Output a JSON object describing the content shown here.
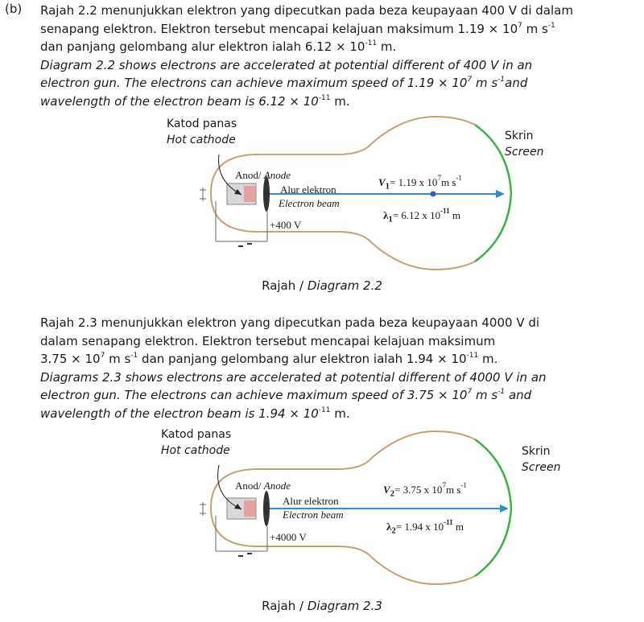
{
  "part_label": "(b)",
  "intro": {
    "malay": {
      "l1_a": "Rajah 2.2 menunjukkan elektron yang dipecutkan pada beza keupayaan 400 V di dalam",
      "l2_a": "senapang elektron. Elektron tersebut mencapai kelajuan maksimum 1.19 × 10",
      "l2_exp1": "7",
      "l2_b": " m s",
      "l2_exp2": "-1",
      "l3_a": "dan panjang gelombang alur elektron ialah 6.12 × 10",
      "l3_exp": "-11",
      "l3_b": " m."
    },
    "english": {
      "l1": "Diagram 2.2 shows electrons are accelerated at potential different of 400 V in an",
      "l2_a": "electron gun. The electrons can achieve maximum speed of 1.19 × 10",
      "l2_exp1": "7",
      "l2_b": " m s",
      "l2_exp2": "-1",
      "l2_c": "and",
      "l3_a": "wavelength of the electron beam is 6.12 × 10",
      "l3_exp": "-11",
      "l3_b": " m."
    }
  },
  "diagram1": {
    "katod_malay": "Katod panas",
    "katod_english": "Hot cathode",
    "skrin_malay": "Skrin",
    "skrin_english": "Screen",
    "anod_malay": "Anod/",
    "anod_english": "Anode",
    "alur_malay": "Alur elektron",
    "alur_english": "Electron beam",
    "voltage": "+400 V",
    "v_symbol": "V",
    "v_sub": "1",
    "v_value": "= 1.19 x 10",
    "v_exp": "7",
    "v_unit": "m s",
    "v_unit_exp": "-1",
    "lambda_symbol": "λ",
    "lambda_sub": "1",
    "lambda_value": "= 6.12 x 10",
    "lambda_exp": "-11",
    "lambda_unit": " m"
  },
  "caption1": {
    "malay": "Rajah / ",
    "english": "Diagram 2.2"
  },
  "second": {
    "malay": {
      "l1": "Rajah 2.3 menunjukkan elektron yang dipecutkan pada beza keupayaan 4000 V di",
      "l2": "dalam senapang elektron. Elektron tersebut mencapai kelajuan maksimum",
      "l3_a": "3.75 × 10",
      "l3_exp1": "7",
      "l3_b": " m s",
      "l3_exp2": "-1",
      "l3_c": " dan panjang gelombang alur elektron ialah 1.94 × 10",
      "l3_exp3": "-11",
      "l3_d": " m."
    },
    "english": {
      "l1": "Diagrams 2.3 shows electrons are accelerated at potential different of 4000 V in an",
      "l2_a": "electron gun. The electrons can achieve maximum speed of 3.75 × 10",
      "l2_exp1": "7",
      "l2_b": " m s",
      "l2_exp2": "-1",
      "l2_c": " and",
      "l3_a": "wavelength of the electron beam is 1.94 × 10",
      "l3_exp": "-11",
      "l3_b": " m."
    }
  },
  "diagram2": {
    "katod_malay": "Katod panas",
    "katod_english": "Hot cathode",
    "skrin_malay": "Skrin",
    "skrin_english": "Screen",
    "anod_malay": "Anod/",
    "anod_english": "Anode",
    "alur_malay": "Alur elektron",
    "alur_english": "Electron beam",
    "voltage": "+4000 V",
    "v_symbol": "V",
    "v_sub": "2",
    "v_value": "= 3.75 x 10",
    "v_exp": "7",
    "v_unit": "m s",
    "v_unit_exp": "-1",
    "lambda_symbol": "λ",
    "lambda_sub": "2",
    "lambda_value": "= 1.94 x 10",
    "lambda_exp": "-11",
    "lambda_unit": " m"
  },
  "caption2": {
    "malay": "Rajah / ",
    "english": "Diagram 2.3"
  },
  "colors": {
    "bulb_outline": "#c8a070",
    "screen": "#3cb043",
    "beam": "#2a8fd6",
    "cathode": "#e8a0a0"
  }
}
